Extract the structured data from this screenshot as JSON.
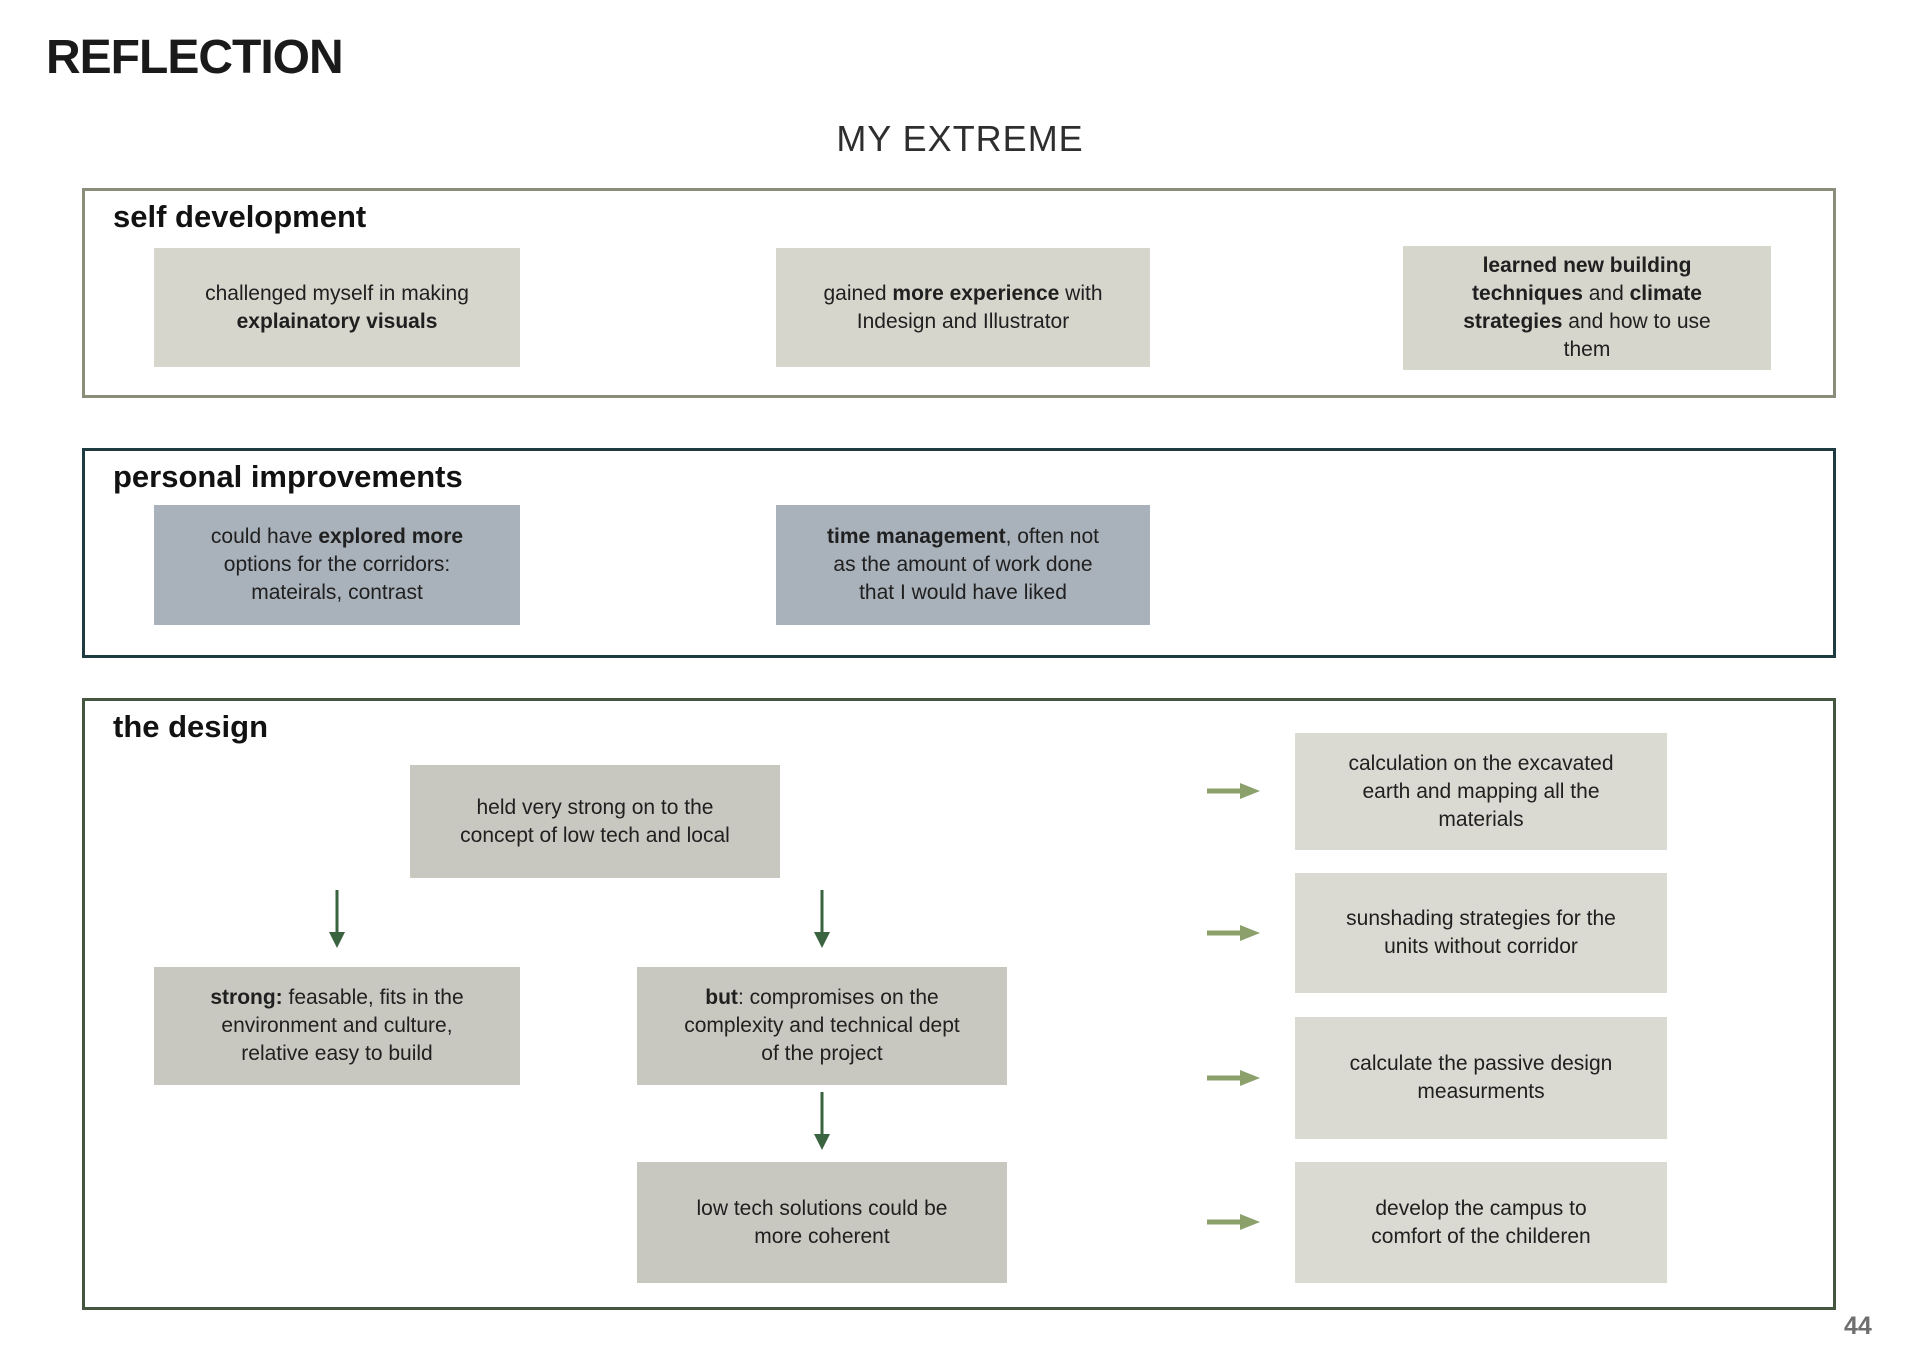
{
  "header": {
    "title": "REFLECTION",
    "subtitle": "MY EXTREME"
  },
  "page_number": "44",
  "colors": {
    "self_development_border": "#8c8c7a",
    "personal_improvements_border": "#1d3b41",
    "design_border": "#44563f",
    "self_development_box_fill": "#d7d6cd",
    "personal_improvements_box_fill": "#a9b1ba",
    "design_flow_box_fill": "#c9c8c0",
    "design_outcome_box_fill": "#dadad2",
    "down_arrow": "#3a6440",
    "right_arrow": "#8ba06b"
  },
  "icons": {
    "down_arrow": "down-arrow-icon",
    "right_arrow": "right-arrow-icon"
  },
  "sections": {
    "self_development": {
      "title": "self development",
      "boxes": {
        "visuals": [
          {
            "t": "challenged myself in making ",
            "b": 0
          },
          {
            "t": "explainatory visuals",
            "b": 1
          }
        ],
        "experience": [
          {
            "t": "gained ",
            "b": 0
          },
          {
            "t": "more experience",
            "b": 1
          },
          {
            "t": " with Indesign and Illustrator",
            "b": 0
          }
        ],
        "techniques": [
          {
            "t": "learned new building techniques",
            "b": 1
          },
          {
            "t": " and ",
            "b": 0
          },
          {
            "t": "climate strategies",
            "b": 1
          },
          {
            "t": " and how to use them",
            "b": 0
          }
        ]
      }
    },
    "personal_improvements": {
      "title": "personal improvements",
      "boxes": {
        "corridors": [
          {
            "t": "could have ",
            "b": 0
          },
          {
            "t": "explored more",
            "b": 1
          },
          {
            "t": " options for the corridors: mateirals, contrast",
            "b": 0
          }
        ],
        "time_management": [
          {
            "t": "time management",
            "b": 1
          },
          {
            "t": ", often not as the amount of work done that I would have liked",
            "b": 0
          }
        ]
      }
    },
    "the_design": {
      "title": "the design",
      "flow": {
        "concept": [
          {
            "t": "held very strong on to the concept of low tech and local",
            "b": 0
          }
        ],
        "strong": [
          {
            "t": "strong:",
            "b": 1
          },
          {
            "t": " feasable, fits in the environment and culture, relative easy to build",
            "b": 0
          }
        ],
        "but": [
          {
            "t": "but",
            "b": 1
          },
          {
            "t": ": compromises on the complexity and technical dept of the project",
            "b": 0
          }
        ],
        "coherent": [
          {
            "t": "low tech solutions could be more coherent",
            "b": 0
          }
        ]
      },
      "outcomes": {
        "calculation": "calculation on the excavated earth and mapping all the materials",
        "sunshading": "sunshading strategies for the units without corridor",
        "passive": "calculate the passive design measurments",
        "campus": "develop the campus to comfort of the childeren"
      }
    }
  }
}
